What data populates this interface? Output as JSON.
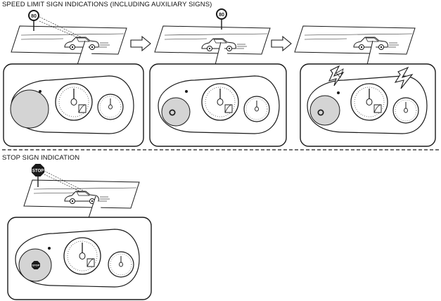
{
  "sections": {
    "speed_limit": {
      "heading": "SPEED LIMIT SIGN INDICATIONS (INCLUDING AUXILIARY SIGNS)",
      "sign_value": "80"
    },
    "stop": {
      "heading": "STOP SIGN INDICATION",
      "sign_text": "STOP",
      "display_text": "STOP"
    }
  },
  "icons": [
    "speed-limit-sign-icon",
    "stop-sign-icon",
    "car-icon",
    "arrow-right-icon",
    "warning-lightning-icon",
    "instrument-cluster-icon"
  ],
  "colors": {
    "line": "#1a1a1a",
    "gray_display": "#d4d4d4",
    "sign_fill": "#1a1a1a"
  }
}
